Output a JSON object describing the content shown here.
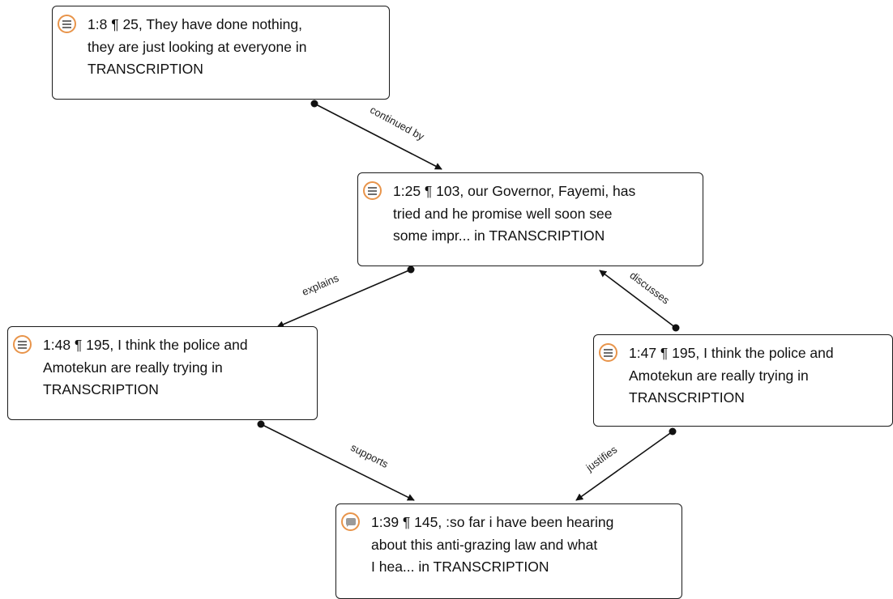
{
  "nodes": [
    {
      "id": "n1",
      "text": "1:8 ¶ 25, They have done nothing, they are just looking at everyone in TRANSCRIPTION",
      "lines": [
        "1:8 ¶ 25, They have done nothing,",
        "they are just looking at everyone in",
        "TRANSCRIPTION"
      ],
      "icon": "quotation-text-icon"
    },
    {
      "id": "n2",
      "text": "1:25 ¶ 103, our Governor, Fayemi, has tried and he promise well soon see some impr... in TRANSCRIPTION",
      "lines": [
        "1:25 ¶ 103, our Governor, Fayemi, has",
        "tried and he promise well soon see",
        "some impr... in TRANSCRIPTION"
      ],
      "icon": "quotation-text-icon"
    },
    {
      "id": "n3",
      "text": "1:48 ¶ 195, I think the police and Amotekun are really trying in TRANSCRIPTION",
      "lines": [
        "1:48 ¶ 195, I think the police and",
        "Amotekun are really trying in",
        "TRANSCRIPTION"
      ],
      "icon": "quotation-text-icon"
    },
    {
      "id": "n4",
      "text": "1:47 ¶ 195, I think the police and Amotekun are really trying in TRANSCRIPTION",
      "lines": [
        "1:47 ¶ 195, I think the police and",
        "Amotekun are really trying in",
        "TRANSCRIPTION"
      ],
      "icon": "quotation-text-icon"
    },
    {
      "id": "n5",
      "text": "1:39 ¶ 145, :so far i have been hearing about this anti-grazing law and what I hea... in TRANSCRIPTION",
      "lines": [
        "1:39 ¶ 145, :so far i have been hearing",
        "about this anti-grazing law and what",
        "I hea... in TRANSCRIPTION"
      ],
      "icon": "quotation-comment-icon"
    }
  ],
  "edges": [
    {
      "from": "n1",
      "to": "n2",
      "label": "continued by"
    },
    {
      "from": "n2",
      "to": "n3",
      "label": "explains"
    },
    {
      "from": "n4",
      "to": "n2",
      "label": "discusses"
    },
    {
      "from": "n3",
      "to": "n5",
      "label": "supports"
    },
    {
      "from": "n4",
      "to": "n5",
      "label": "justifies"
    }
  ],
  "colors": {
    "icon_ring": "#e8944a",
    "stroke": "#1a1a1a"
  }
}
